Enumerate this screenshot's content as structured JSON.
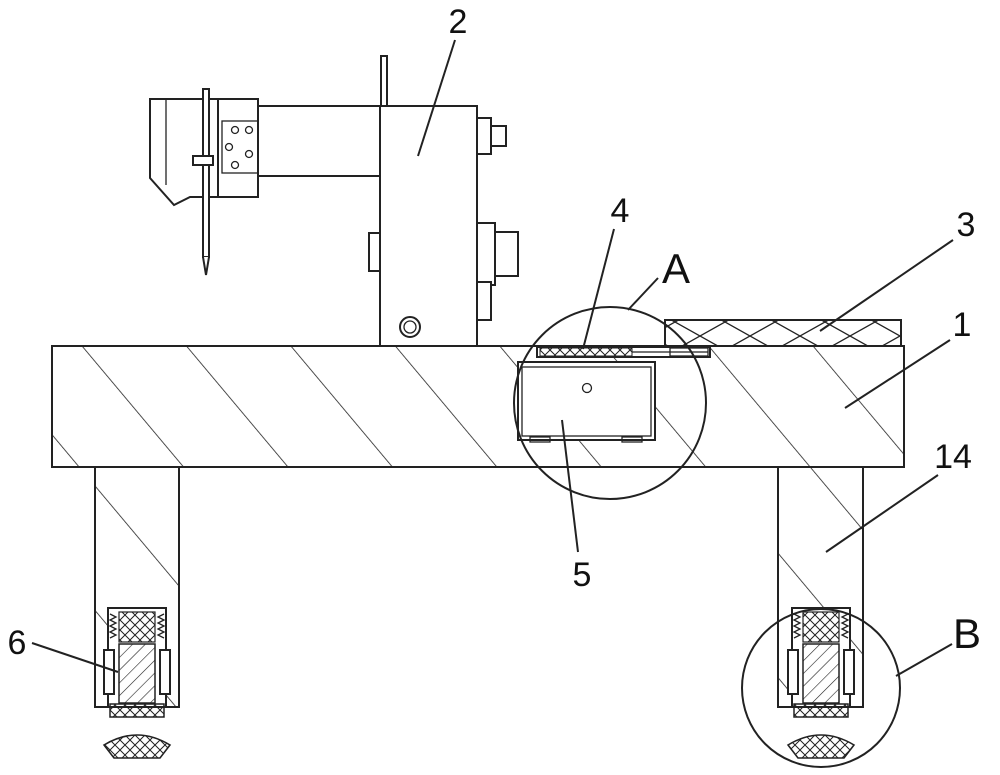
{
  "labels": {
    "table_top": "1",
    "sewing_head": "2",
    "side_plate": "3",
    "slide_rail": "4",
    "drawer_box": "5",
    "foot_adjuster": "6",
    "support_leg": "14",
    "detail_a": "A",
    "detail_b": "B"
  }
}
